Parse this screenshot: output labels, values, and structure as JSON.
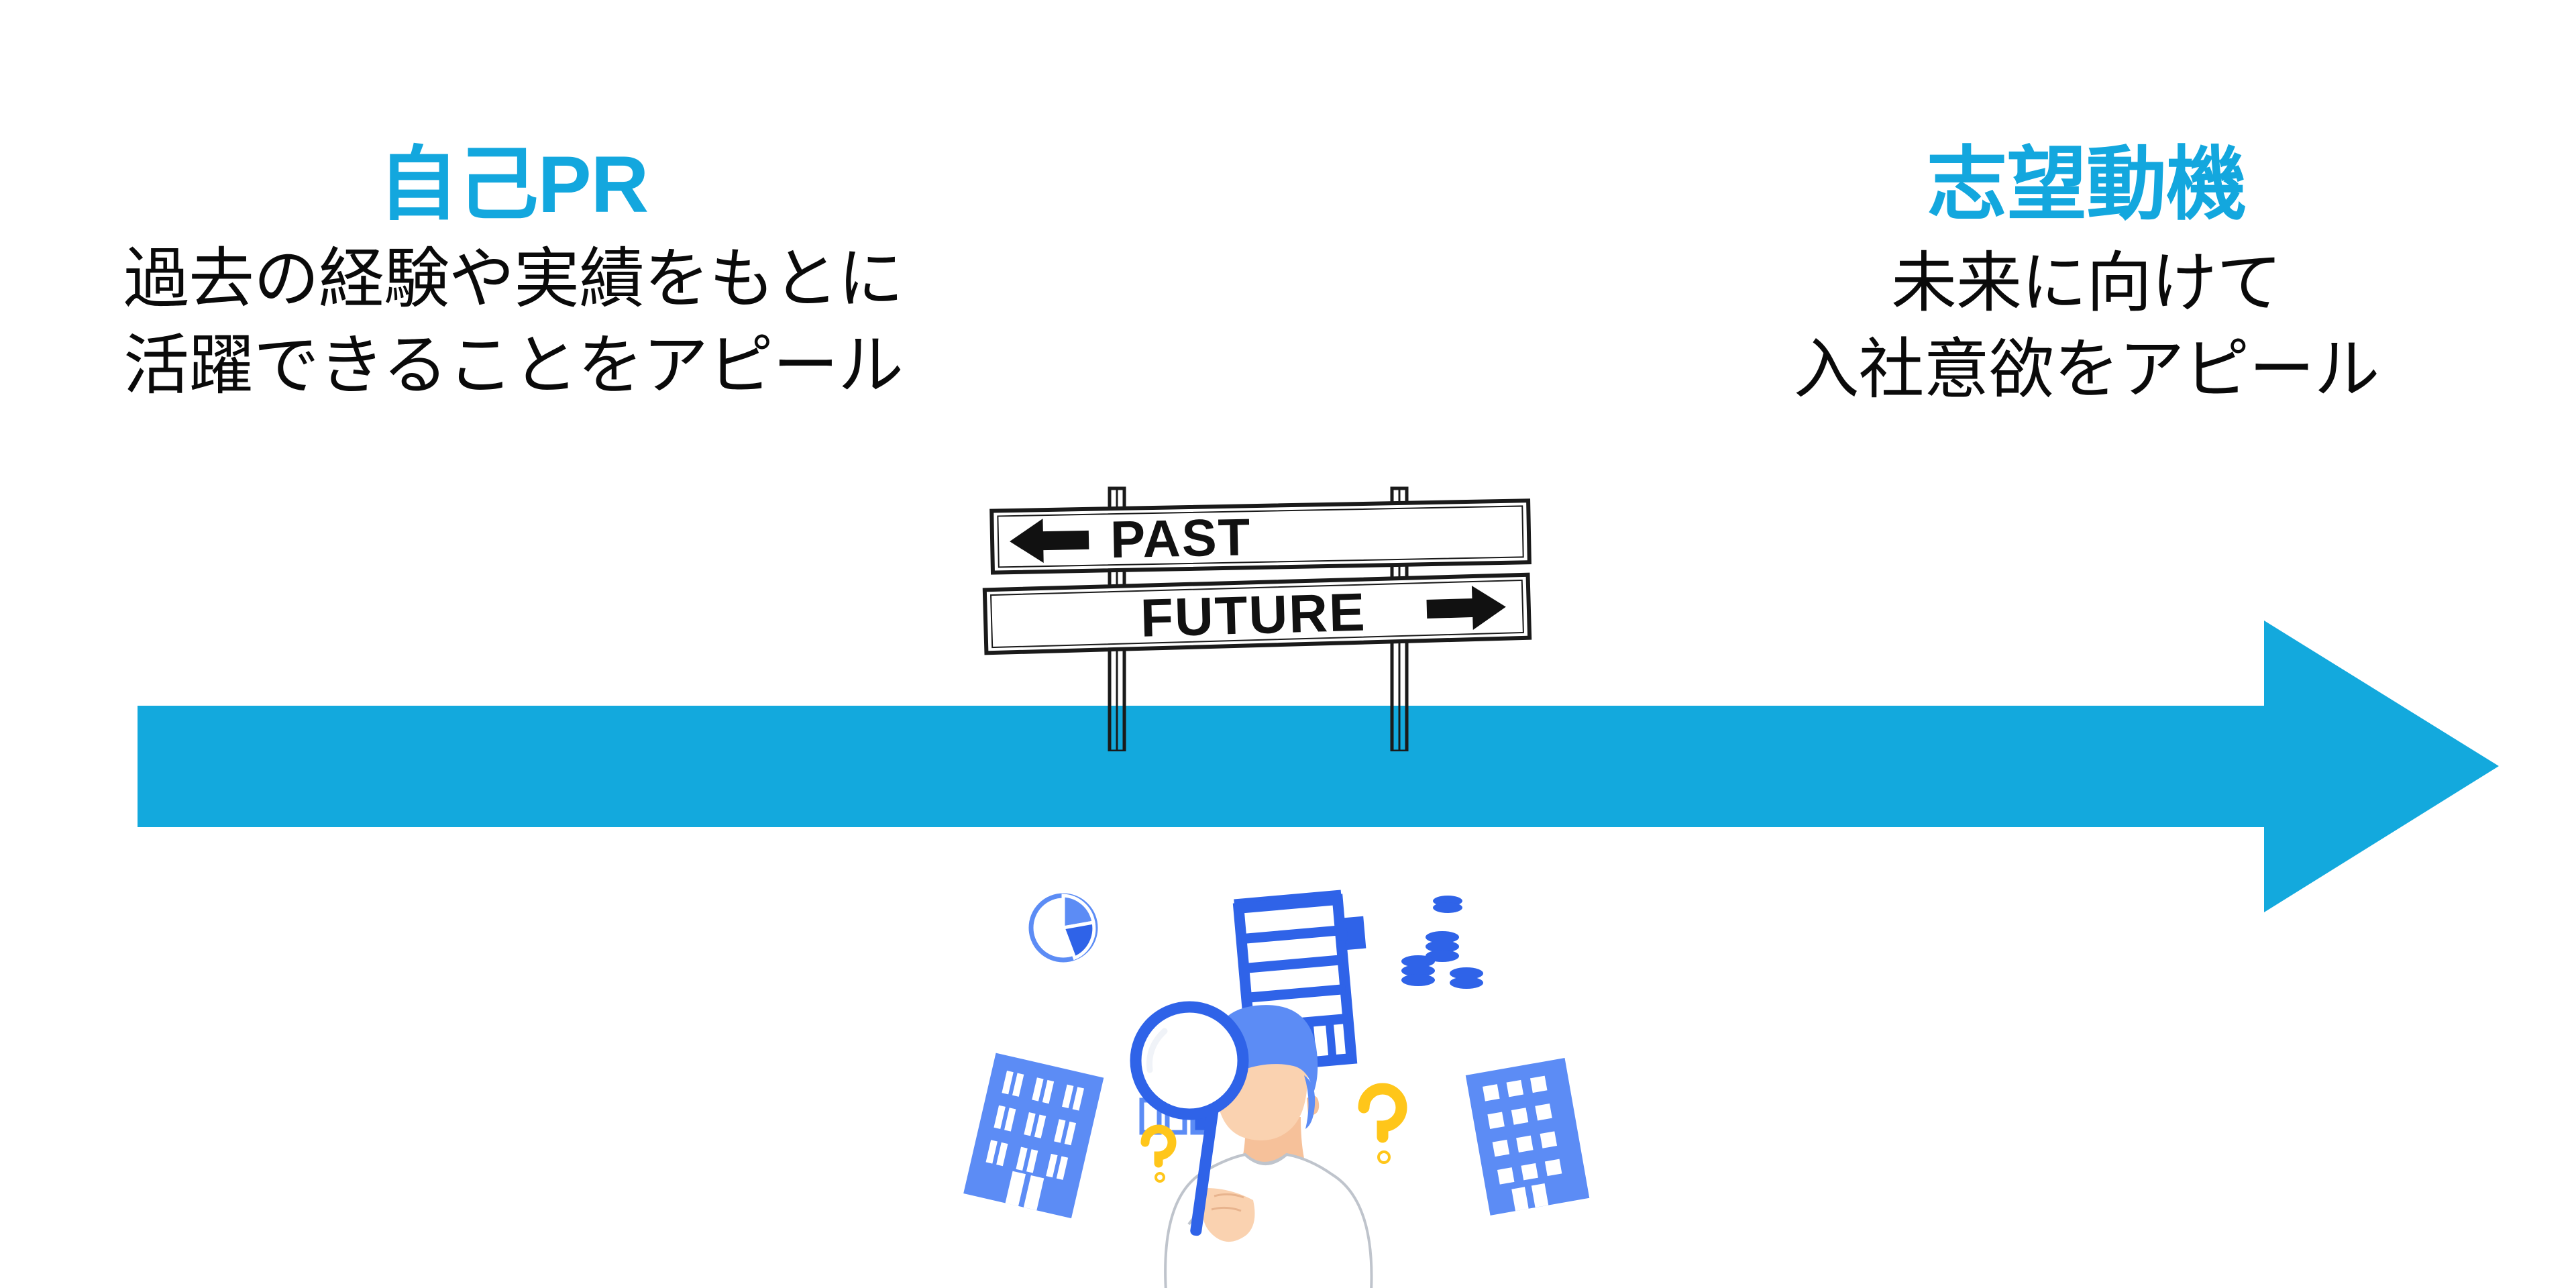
{
  "slide": {
    "background_color": "#ffffff",
    "accent_color": "#13A7DE",
    "illustration_blue": "#2F63E8",
    "illustration_light_blue": "#5C8CF5",
    "illustration_yellow": "#FFC61A",
    "illustration_skin": "#FAD2B0"
  },
  "left_column": {
    "title": "自己PR",
    "body_line1": "過去の経験や実績をもとに",
    "body_line2": "活躍できることをアピール"
  },
  "right_column": {
    "title": "志望動機",
    "body_line1": "未来に向けて",
    "body_line2": "入社意欲をアピール"
  },
  "signpost": {
    "top_sign_label": "PAST",
    "top_sign_direction": "left",
    "bottom_sign_label": "FUTURE",
    "bottom_sign_direction": "right"
  },
  "timeline_arrow": {
    "direction": "right",
    "color": "#13A9DD",
    "meaning": "past-to-future"
  },
  "illustration": {
    "caption": "person-with-magnifying-glass-researching-companies",
    "elements": [
      "pie-chart",
      "bar-chart",
      "tall-office-building",
      "coin-stack",
      "tilted-building-left",
      "tilted-building-right",
      "question-mark-small",
      "question-mark-large",
      "person-with-magnifier"
    ]
  }
}
